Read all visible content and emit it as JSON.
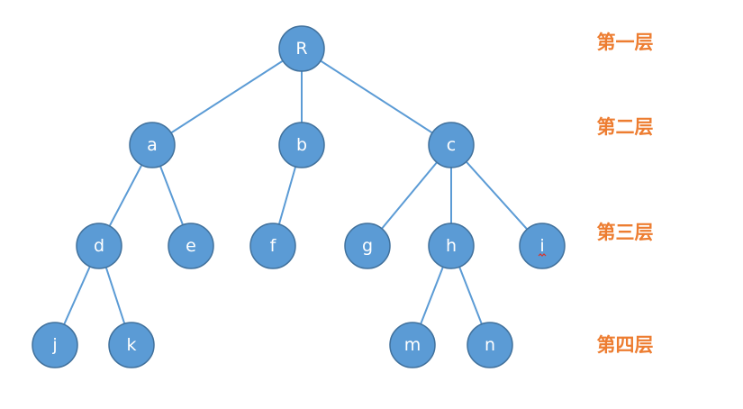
{
  "colors": {
    "node_fill": "#5b9bd5",
    "node_border": "#41719c",
    "edge": "#5b9bd5",
    "level_label": "#ed7d31",
    "node_text": "#ffffff"
  },
  "tree": {
    "nodes": [
      {
        "id": "R",
        "label": "R"
      },
      {
        "id": "a",
        "label": "a"
      },
      {
        "id": "b",
        "label": "b"
      },
      {
        "id": "c",
        "label": "c"
      },
      {
        "id": "d",
        "label": "d"
      },
      {
        "id": "e",
        "label": "e"
      },
      {
        "id": "f",
        "label": "f"
      },
      {
        "id": "g",
        "label": "g"
      },
      {
        "id": "h",
        "label": "h"
      },
      {
        "id": "i",
        "label": "i"
      },
      {
        "id": "j",
        "label": "j"
      },
      {
        "id": "k",
        "label": "k"
      },
      {
        "id": "m",
        "label": "m"
      },
      {
        "id": "n",
        "label": "n"
      }
    ],
    "edges": [
      [
        "R",
        "a"
      ],
      [
        "R",
        "b"
      ],
      [
        "R",
        "c"
      ],
      [
        "a",
        "d"
      ],
      [
        "a",
        "e"
      ],
      [
        "b",
        "f"
      ],
      [
        "c",
        "g"
      ],
      [
        "c",
        "h"
      ],
      [
        "c",
        "i"
      ],
      [
        "d",
        "j"
      ],
      [
        "d",
        "k"
      ],
      [
        "h",
        "m"
      ],
      [
        "h",
        "n"
      ]
    ]
  },
  "levels": [
    {
      "label": "第一层"
    },
    {
      "label": "第二层"
    },
    {
      "label": "第三层"
    },
    {
      "label": "第四层"
    }
  ]
}
